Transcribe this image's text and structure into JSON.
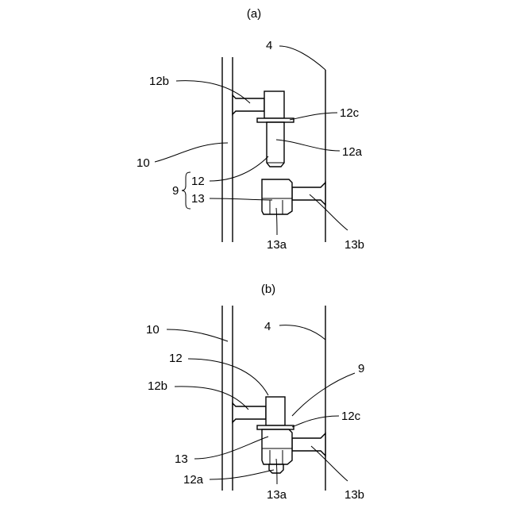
{
  "panel_a": {
    "caption": "(a)",
    "labels": {
      "n4": "4",
      "n12b": "12b",
      "n12c": "12c",
      "n10": "10",
      "n12a": "12a",
      "n12": "12",
      "n9": "9",
      "n13": "13",
      "n13a": "13a",
      "n13b": "13b"
    }
  },
  "panel_b": {
    "caption": "(b)",
    "labels": {
      "n10": "10",
      "n4": "4",
      "n12": "12",
      "n9": "9",
      "n12b": "12b",
      "n12c": "12c",
      "n13": "13",
      "n12a": "12a",
      "n13a": "13a",
      "n13b": "13b"
    }
  }
}
